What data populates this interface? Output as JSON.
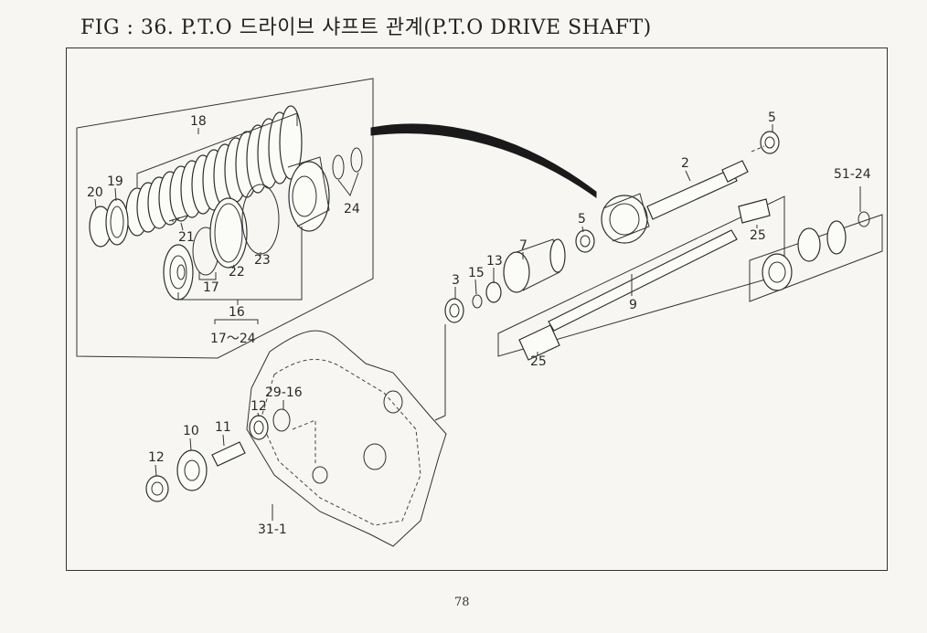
{
  "title": "FIG : 36. P.T.O 드라이브 샤프트 관계(P.T.O DRIVE SHAFT)",
  "page_number": "78",
  "callouts": {
    "c5a": "5",
    "c2": "2",
    "c5b": "5",
    "c7": "7",
    "c13": "13",
    "c15": "15",
    "c3": "3",
    "c9": "9",
    "c25a": "25",
    "c25b": "25",
    "c51": "51-24",
    "c18": "18",
    "c19": "19",
    "c20": "20",
    "c21": "21",
    "c17": "17",
    "c22": "22",
    "c23": "23",
    "c24": "24",
    "c16": "16",
    "c1724": "17～24",
    "c29": "29-16",
    "c12a": "12",
    "c11": "11",
    "c10": "10",
    "c12b": "12",
    "c311": "31-1"
  }
}
